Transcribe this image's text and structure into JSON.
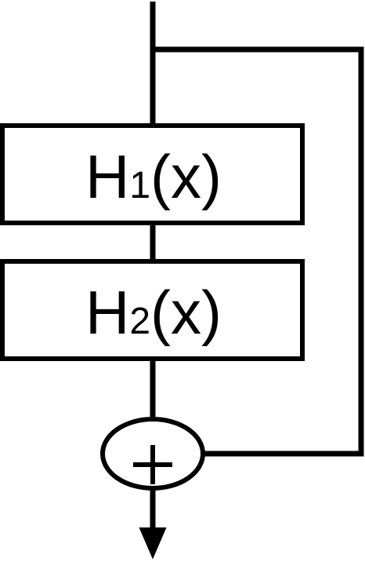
{
  "diagram": {
    "blocks": [
      {
        "base": "H",
        "index": "1",
        "arg": "(x)"
      },
      {
        "base": "H",
        "index": "2",
        "arg": "(x)"
      }
    ],
    "merge_node": {
      "symbol": "+",
      "operation": "addition"
    },
    "skip_connection": true,
    "output_arrow": true
  },
  "colors": {
    "stroke": "#000000",
    "background": "#ffffff"
  }
}
